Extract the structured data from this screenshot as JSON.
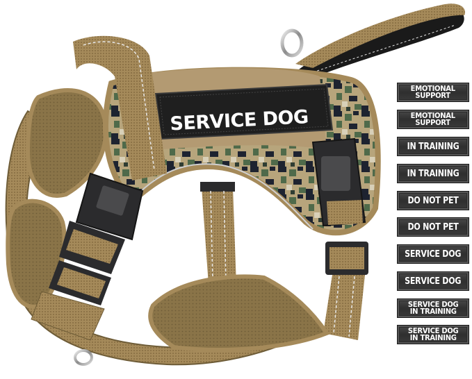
{
  "product": {
    "type": "tactical dog harness",
    "main_patch_text": "SERVICE DOG",
    "colors": {
      "webbing": "#a58a5a",
      "mesh": "#8a7448",
      "buckle": "#2b2b2d",
      "patch_bg": "#1f1f1f",
      "camo_dark": "#1e2330",
      "camo_green": "#4f6a4a",
      "camo_tan": "#b7a57c",
      "background": "#ffffff"
    }
  },
  "patches": [
    {
      "lines": [
        "EMOTIONAL",
        "SUPPORT"
      ]
    },
    {
      "lines": [
        "EMOTIONAL",
        "SUPPORT"
      ]
    },
    {
      "lines": [
        "IN TRAINING"
      ]
    },
    {
      "lines": [
        "IN TRAINING"
      ]
    },
    {
      "lines": [
        "DO NOT PET"
      ]
    },
    {
      "lines": [
        "DO NOT PET"
      ]
    },
    {
      "lines": [
        "SERVICE DOG"
      ]
    },
    {
      "lines": [
        "SERVICE DOG"
      ]
    },
    {
      "lines": [
        "SERVICE DOG",
        "IN TRAINING"
      ]
    },
    {
      "lines": [
        "SERVICE DOG",
        "IN TRAINING"
      ]
    }
  ]
}
